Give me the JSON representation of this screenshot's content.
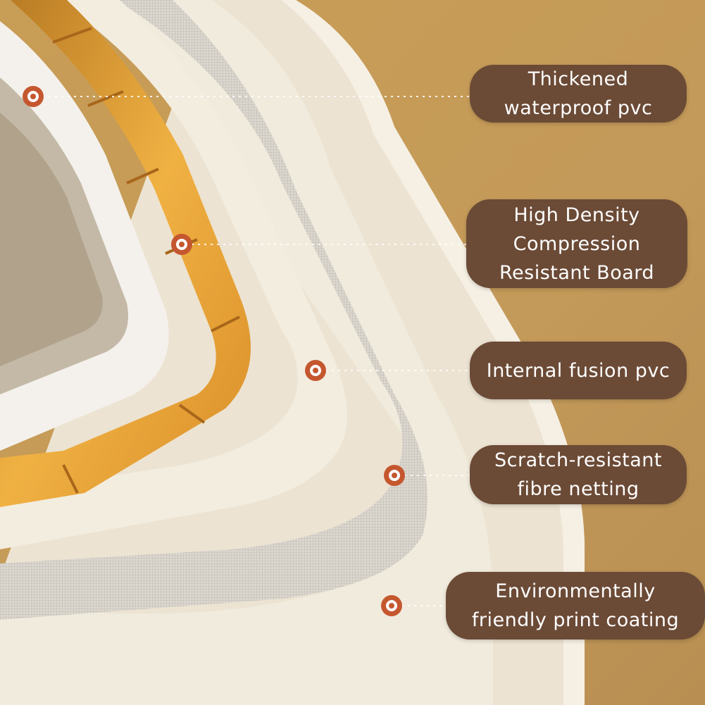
{
  "image": {
    "subject": "layered storage box wall cross-section",
    "colors": {
      "background": "#c39a57",
      "label_fill": "#6b4a36",
      "label_text": "#ffffff",
      "marker_ring": "#c5572f",
      "marker_core": "#ffffff",
      "gold_board": "#e9a638",
      "cream_pvc": "#f1ebdd",
      "netting": "#d6d2ca"
    }
  },
  "callouts": [
    {
      "text": "Thickened\nwaterproof pvc",
      "icon": "marker-dot"
    },
    {
      "text": "High Density\nCompression\nResistant Board",
      "icon": "marker-dot"
    },
    {
      "text": "Internal fusion pvc",
      "icon": "marker-dot"
    },
    {
      "text": "Scratch-resistant\nfibre netting",
      "icon": "marker-dot"
    },
    {
      "text": "Environmentally\nfriendly print coating",
      "icon": "marker-dot"
    }
  ]
}
